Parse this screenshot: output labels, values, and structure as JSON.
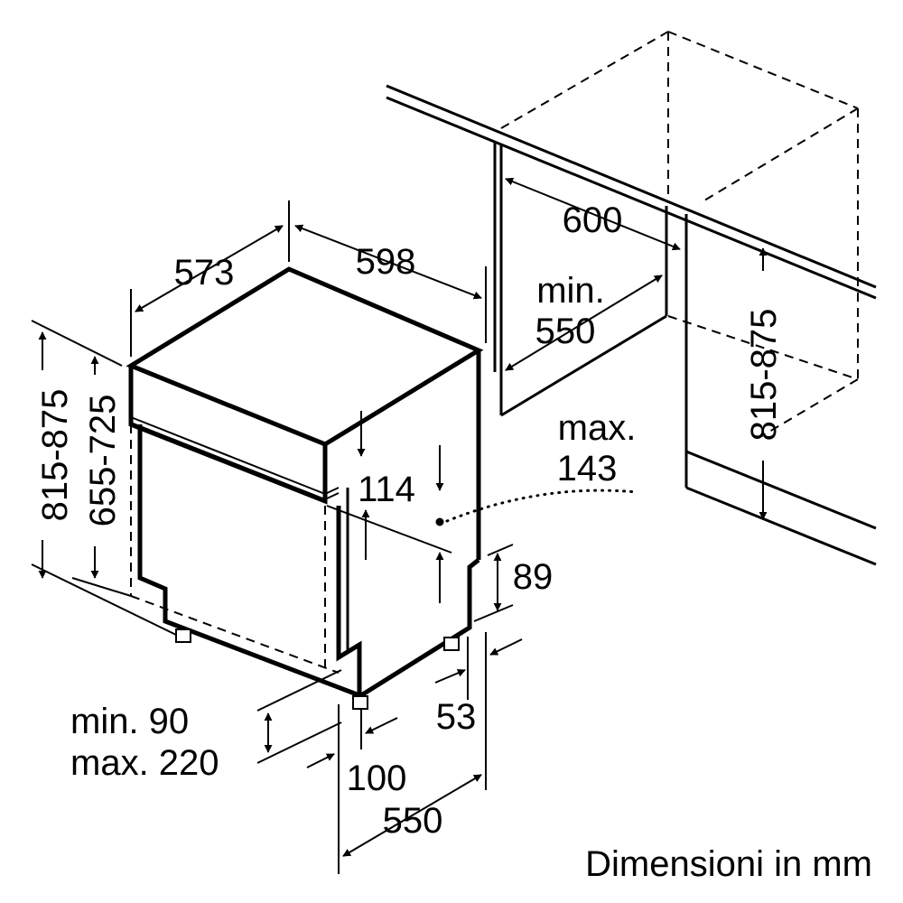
{
  "labels": {
    "depth_573": "573",
    "width_598": "598",
    "cabinet_width_600": "600",
    "min_label": "min.",
    "min_550": "550",
    "max_label": "max.",
    "max_143": "143",
    "panel_114": "114",
    "plinth_89": "89",
    "foot_53": "53",
    "foot_100": "100",
    "depth_550": "550",
    "plinth_min": "min. 90",
    "plinth_max": "max. 220",
    "height_left_outer": "815-875",
    "height_left_inner": "655-725",
    "height_right": "815-875"
  },
  "caption": "Dimensioni in mm"
}
